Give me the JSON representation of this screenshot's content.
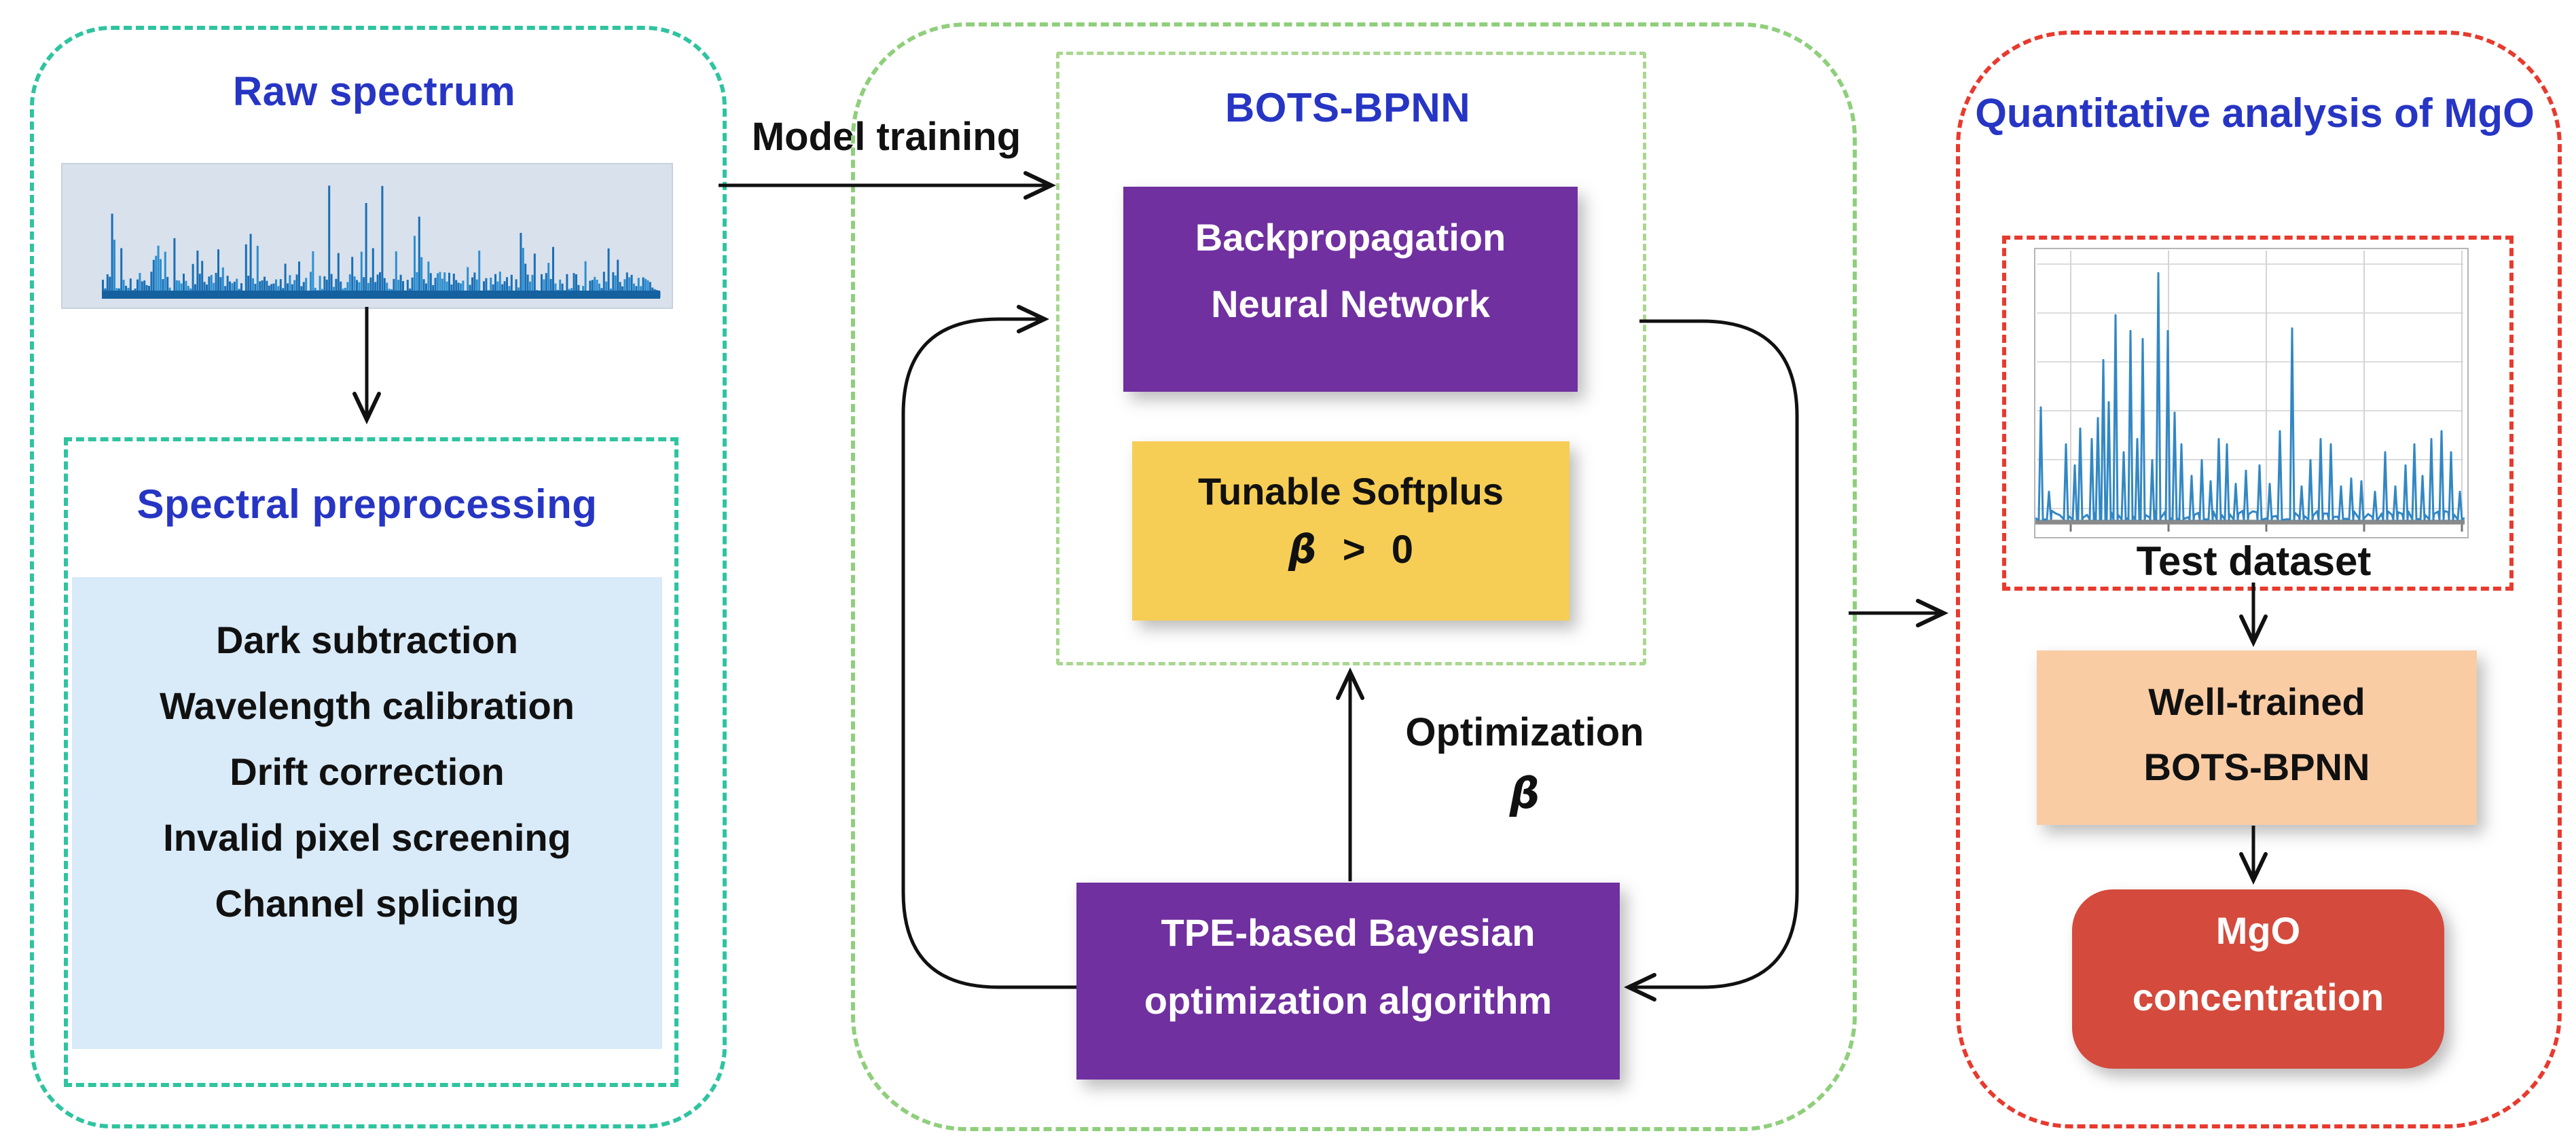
{
  "colors": {
    "title-blue": "#2735C4",
    "emerald": "#2EC4A0",
    "green-outer": "#8FCF7C",
    "green-inner": "#A9D78F",
    "red-dash": "#E83A2E",
    "purple": "#7030A0",
    "yellow": "#F7CE55",
    "peach": "#FACCA4",
    "red-box": "#D44A3C",
    "prep-fill": "#D9EAF8",
    "spectrum-bg": "#D9E1EC",
    "arrow": "#111111"
  },
  "left_panel": {
    "title": "Raw spectrum",
    "preprocessing": {
      "title": "Spectral preprocessing",
      "items": [
        "Dark subtraction",
        "Wavelength calibration",
        "Drift correction",
        "Invalid pixel screening",
        "Channel splicing"
      ]
    }
  },
  "training_label": "Model training",
  "model_panel": {
    "title": "BOTS-BPNN",
    "bpnn": [
      "Backpropagation",
      "Neural Network"
    ],
    "softplus": {
      "line1": "Tunable Softplus",
      "beta": "β",
      "condition": "> 0"
    },
    "optimization": {
      "line1": "Optimization",
      "beta": "β"
    },
    "tpe": [
      "TPE-based Bayesian",
      "optimization algorithm"
    ]
  },
  "analysis_panel": {
    "title": "Quantitative analysis of MgO",
    "test_dataset_label": "Test dataset",
    "well_trained": [
      "Well-trained",
      "BOTS-BPNN"
    ],
    "mgo": [
      "MgO",
      "concentration"
    ]
  }
}
